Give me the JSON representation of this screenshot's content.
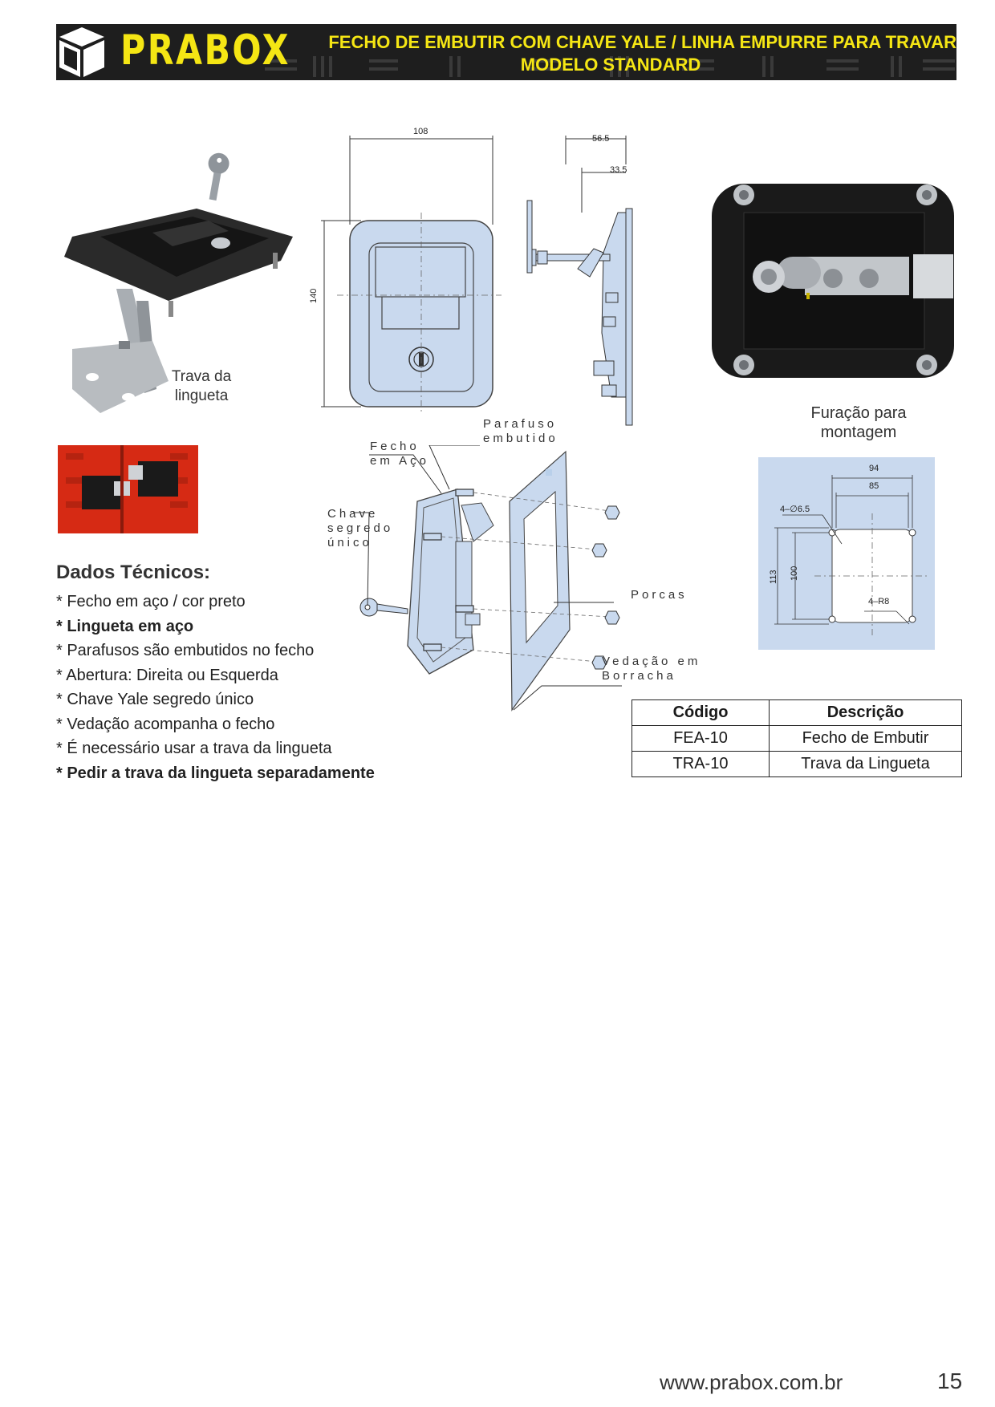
{
  "header": {
    "brand": "PRABOX",
    "title_line1": "FECHO DE EMBUTIR COM CHAVE YALE / LINHA EMPURRE PARA TRAVAR",
    "title_line2": "MODELO STANDARD",
    "colors": {
      "band": "#1e1e1e",
      "accent": "#f5e614"
    }
  },
  "photo_labels": {
    "trava": "Trava da\nlingueta",
    "furacao": "Furação para\nmontagem"
  },
  "drawing": {
    "front_width": "108",
    "front_height": "140",
    "side_depth": "56.5",
    "side_inner": "33.5"
  },
  "exploded_labels": {
    "fecho": "Fecho\nem Aço",
    "parafuso": "Parafuso\nembutido",
    "chave": "Chave\nsegredo\núnico",
    "porcas": "Porcas",
    "vedacao": "Vedação em\nBorracha"
  },
  "drill": {
    "w_outer": "94",
    "w_inner": "85",
    "holes": "4–∅6.5",
    "h_outer": "113",
    "h_inner": "100",
    "radius": "4–R8"
  },
  "tech": {
    "title": "Dados Técnicos:",
    "items": [
      {
        "text": "* Fecho em aço / cor preto",
        "bold": false
      },
      {
        "text": "* Lingueta em aço",
        "bold": true
      },
      {
        "text": "* Parafusos são embutidos no fecho",
        "bold": false
      },
      {
        "text": "* Abertura: Direita ou Esquerda",
        "bold": false
      },
      {
        "text": "* Chave Yale segredo único",
        "bold": false
      },
      {
        "text": "* Vedação acompanha o fecho",
        "bold": false
      },
      {
        "text": "* É necessário usar a trava da lingueta",
        "bold": false
      },
      {
        "text": "* Pedir a trava da lingueta separadamente",
        "bold": true
      }
    ]
  },
  "table": {
    "headers": [
      "Código",
      "Descrição"
    ],
    "rows": [
      [
        "FEA-10",
        "Fecho de Embutir"
      ],
      [
        "TRA-10",
        "Trava da Lingueta"
      ]
    ]
  },
  "footer": {
    "url": "www.prabox.com.br",
    "page": "15"
  }
}
